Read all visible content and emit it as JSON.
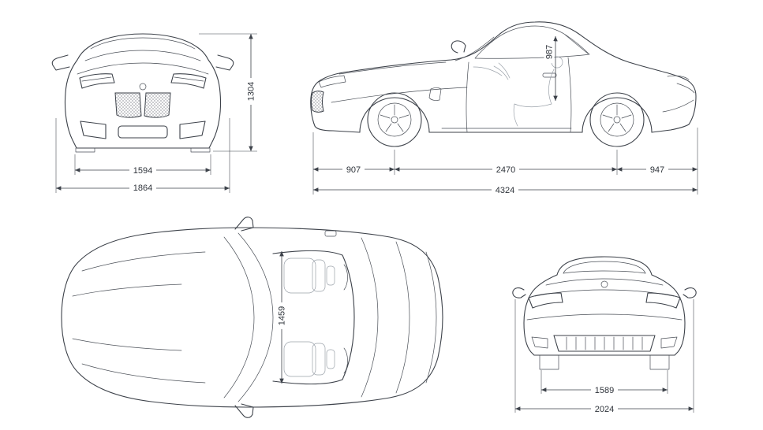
{
  "diagram": {
    "accent_color": "#3d424a",
    "front": {
      "track_width": "1594",
      "overall_width": "1864",
      "overall_height": "1304"
    },
    "side": {
      "front_overhang": "907",
      "wheelbase": "2470",
      "rear_overhang": "947",
      "overall_length": "4324",
      "cabin_height": "987"
    },
    "top": {
      "cockpit_width": "1459"
    },
    "rear": {
      "track_width": "1589",
      "overall_width_mirrors": "2024"
    }
  }
}
